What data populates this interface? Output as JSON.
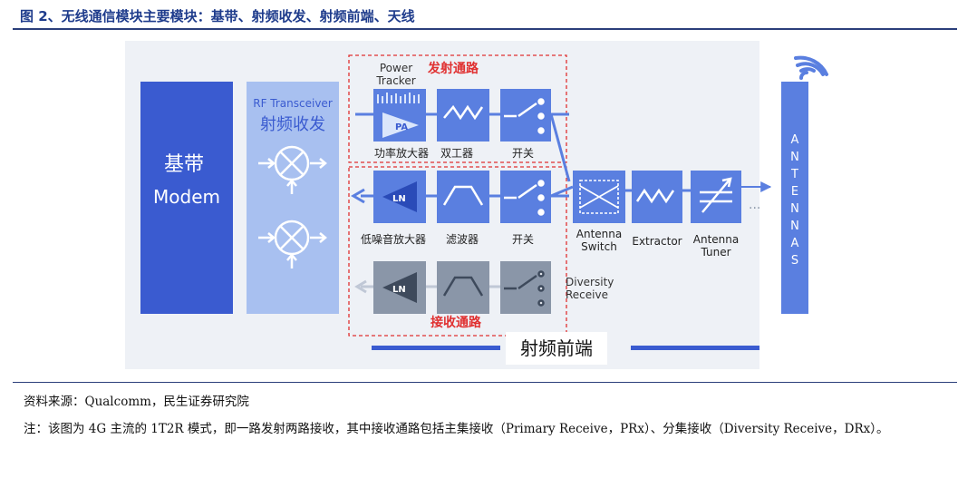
{
  "title": "图 2、无线通信模块主要模块：基带、射频收发、射频前端、天线",
  "diagram": {
    "baseband_cn": "基带",
    "baseband_en": "Modem",
    "transceiver_en": "RF Transceiver",
    "transceiver_cn": "射频收发",
    "power_tracker": [
      "Power",
      "Tracker"
    ],
    "tx_path_label": "发射通路",
    "rx_path_label": "接收通路",
    "pa_label": "PA",
    "ln_label": "LN",
    "pa_caption": "功率放大器",
    "duplexer_caption": "双工器",
    "switch_caption": "开关",
    "lna_caption": "低噪音放大器",
    "filter_caption": "滤波器",
    "antenna_switch": [
      "Antenna",
      "Switch"
    ],
    "extractor": "Extractor",
    "antenna_tuner": [
      "Antenna",
      "Tuner"
    ],
    "diversity_receive": [
      "Diversity",
      "Receive"
    ],
    "antennas_letters": [
      "A",
      "N",
      "T",
      "E",
      "N",
      "N",
      "A",
      "S"
    ],
    "rf_frontend": "射频前端"
  },
  "source": "资料来源：Qualcomm，民生证券研究院",
  "note": "注：该图为 4G 主流的 1T2R 模式，即一路发射两路接收，其中接收通路包括主集接收（Primary Receive，PRx）、分集接收（Diversity Receive，DRx）。",
  "colors": {
    "title": "#1f3c8c",
    "modem": "#3a5bd0",
    "transceiver": "#a8c0f0",
    "module": "#5a7fe0",
    "module_light": "#dbe6fb",
    "grey_module": "#8a96a8",
    "dashed_red": "#e03030",
    "bg": "#eef1f6"
  }
}
